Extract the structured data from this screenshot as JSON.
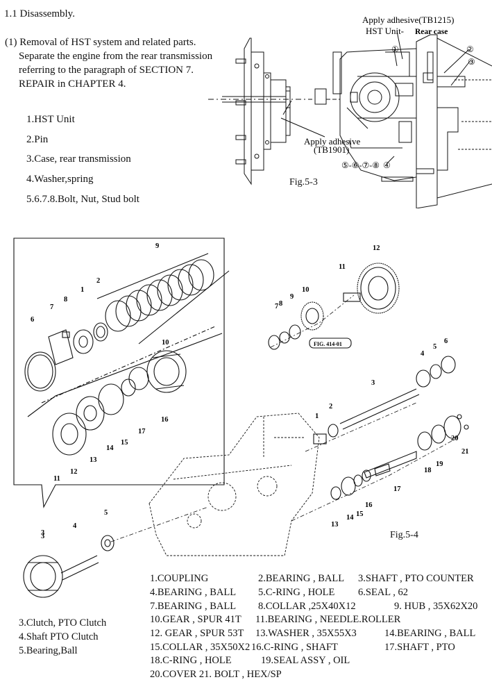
{
  "section_heading": "1.1  Disassembly.",
  "step": {
    "title": "(1) Removal of HST system and related parts.",
    "lines": [
      "Separate the engine from the rear transmission",
      "referring to the paragraph of  SECTION 7.",
      "REPAIR in CHAPTER 4."
    ]
  },
  "fig53_legend": [
    "1.HST Unit",
    "2.Pin",
    "3.Case, rear transmission",
    "4.Washer,spring",
    "5.6.7.8.Bolt, Nut, Stud bolt"
  ],
  "fig53": {
    "caption": "Fig.5-3",
    "apply_adhesive_top": "Apply  adhesive(TB1215)",
    "hst_unit_label": "HST  Unit-",
    "rear_case_label": "Rear case",
    "apply_adhesive_bottom_1": "Apply  adhesive",
    "apply_adhesive_bottom_2": "(TB1901)",
    "callouts": {
      "c1": "①",
      "c2": "②",
      "c3": "③",
      "c4": "④",
      "seq": "⑤-⑥-⑦-⑧"
    }
  },
  "fig54": {
    "caption": "Fig.5-4",
    "ref_box": "FIG. 414-01",
    "detail_numbers": [
      "9",
      "1",
      "2",
      "7",
      "8",
      "6",
      "10",
      "3",
      "16",
      "17",
      "14",
      "15",
      "13",
      "11",
      "12"
    ],
    "main_numbers": [
      "12",
      "11",
      "10",
      "9",
      "8",
      "7",
      "5",
      "6",
      "4",
      "3",
      "2",
      "1",
      "21",
      "20",
      "19",
      "18",
      "17",
      "16",
      "15",
      "14",
      "13"
    ],
    "clutch_numbers": [
      "3",
      "4",
      "5"
    ]
  },
  "clutch_legend": [
    "3.Clutch, PTO Clutch",
    "4.Shaft PTO Clutch",
    "5.Bearing,Ball"
  ],
  "parts_list": [
    [
      "1.COUPLING",
      "2.BEARING , BALL",
      "3.SHAFT , PTO COUNTER"
    ],
    [
      "4.BEARING , BALL",
      "5.C-RING , HOLE",
      "6.SEAL , 62"
    ],
    [
      "7.BEARING , BALL",
      "8.COLLAR ,25X40X12",
      "9. HUB , 35X62X20"
    ],
    [
      "10.GEAR , SPUR 41T",
      "11.BEARING , NEEDLE.ROLLER",
      ""
    ],
    [
      "12. GEAR , SPUR 53T",
      "13.WASHER , 35X55X3",
      "14.BEARING , BALL"
    ],
    [
      "15.COLLAR , 35X50X2",
      "16.C-RING , SHAFT",
      "17.SHAFT , PTO"
    ],
    [
      "18.C-RING , HOLE",
      "19.SEAL ASSY , OIL",
      ""
    ],
    [
      "20.COVER 21. BOLT , HEX/SP",
      "",
      ""
    ]
  ]
}
